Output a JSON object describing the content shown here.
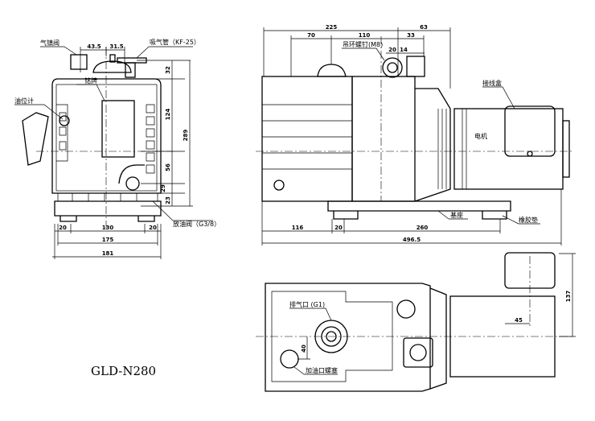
{
  "model": "GLD-N280",
  "front_view": {
    "labels": {
      "gas_ballast": "气镇阀",
      "intake": "吸气管（KF-25）",
      "nameplate": "铭牌",
      "oil_gauge": "油位计",
      "drain": "放油阀（G3/8）"
    },
    "dims": {
      "top_a": "43.5",
      "top_b": "31.5",
      "v1": "32",
      "v2": "124",
      "v3": "56",
      "v4": "29",
      "v5": "23",
      "total_h": "289",
      "b1": "20",
      "b2": "130",
      "b3": "20",
      "w1": "175",
      "w2": "181"
    }
  },
  "side_view": {
    "labels": {
      "eye_bolt": "吊环螺钉(M8)",
      "junction_box": "接线盒",
      "motor": "电机",
      "base": "基座",
      "rubber_pad": "橡胶垫"
    },
    "dims": {
      "d225": "225",
      "d63": "63",
      "d70": "70",
      "d110": "110",
      "d33": "33",
      "d20": "20",
      "d14": "14",
      "d116": "116",
      "d20b": "20",
      "d260": "260",
      "d4965": "496.5"
    }
  },
  "top_view": {
    "labels": {
      "exhaust": "排气口 (G1)",
      "oil_fill": "加油口螺塞"
    },
    "dims": {
      "d40": "40",
      "d45": "45",
      "d137": "137"
    }
  }
}
